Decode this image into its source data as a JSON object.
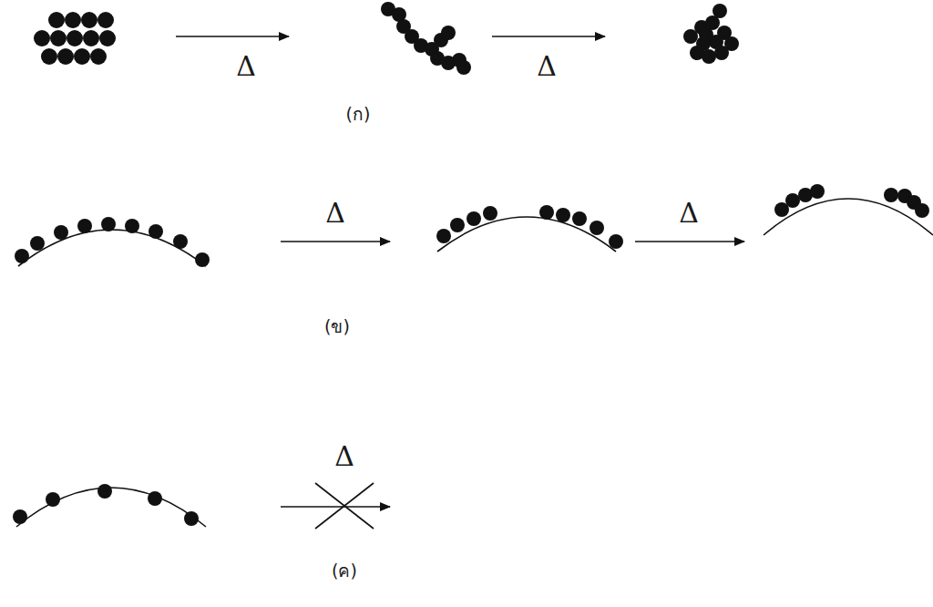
{
  "diagram": {
    "labels": [
      "Δ",
      "Δ",
      "(ก)",
      "Δ",
      "Δ",
      "(ข)",
      "Δ",
      "(ค)"
    ]
  }
}
